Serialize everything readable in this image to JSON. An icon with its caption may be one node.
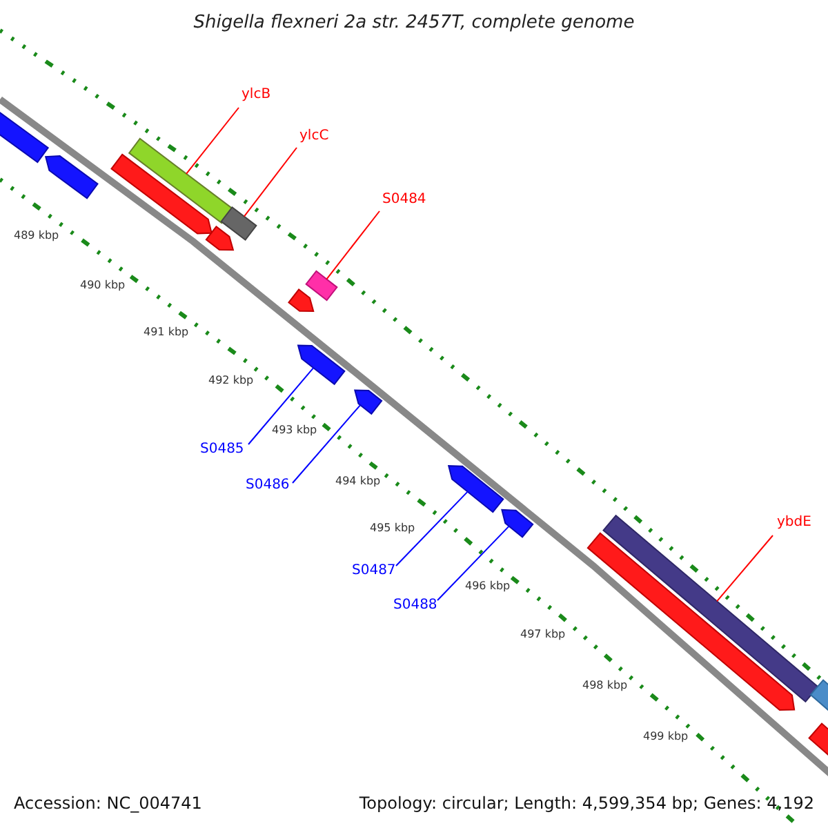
{
  "diagram": {
    "title": "Shigella flexneri 2a str. 2457T, complete genome",
    "nodes": [
      {
        "text": [
          "ylcB"
        ]
      },
      {
        "text": [
          "ylcC"
        ]
      },
      {
        "text": [
          "S0484"
        ]
      },
      {
        "text": [
          "S0485"
        ]
      },
      {
        "text": [
          "S0486"
        ]
      },
      {
        "text": [
          "S0487"
        ]
      },
      {
        "text": [
          "S0488"
        ]
      },
      {
        "text": [
          "ybdE"
        ]
      },
      {
        "text": [],
        "shape": "bar"
      },
      {
        "text": [],
        "shape": "arrow"
      },
      {
        "text": [],
        "shape": "arrow"
      },
      {
        "text": [],
        "shape": "bar"
      },
      {
        "text": [],
        "shape": "bar"
      },
      {
        "text": [],
        "shape": "arrow"
      },
      {
        "text": [],
        "shape": "arrow"
      },
      {
        "text": [],
        "shape": "bar"
      },
      {
        "text": [],
        "shape": "arrow"
      },
      {
        "text": [],
        "shape": "arrow"
      },
      {
        "text": [],
        "shape": "arrow"
      },
      {
        "text": [],
        "shape": "arrow"
      },
      {
        "text": [],
        "shape": "arrow"
      },
      {
        "text": [],
        "shape": "bar"
      },
      {
        "text": [],
        "shape": "bar"
      },
      {
        "text": [],
        "shape": "bar"
      }
    ],
    "edges": [
      {
        "from": 0,
        "to": 11,
        "arrow": "none"
      },
      {
        "from": 1,
        "to": 12,
        "arrow": "none"
      },
      {
        "from": 2,
        "to": 15,
        "arrow": "none"
      },
      {
        "from": 3,
        "to": 16,
        "arrow": "none",
        "color": "#0000ff"
      },
      {
        "from": 4,
        "to": 17,
        "arrow": "none",
        "color": "#0000ff"
      },
      {
        "from": 5,
        "to": 18,
        "arrow": "none",
        "color": "#0000ff"
      },
      {
        "from": 6,
        "to": 19,
        "arrow": "none",
        "color": "#0000ff"
      },
      {
        "from": 7,
        "to": 21,
        "arrow": "none"
      }
    ],
    "labels": [
      "489 kbp",
      "490 kbp",
      "491 kbp",
      "492 kbp",
      "493 kbp",
      "494 kbp",
      "495 kbp",
      "496 kbp",
      "497 kbp",
      "498 kbp",
      "499 kbp",
      "Accession: NC_004741",
      "Topology: circular; Length: 4,599,354 bp; Genes: 4,192"
    ]
  }
}
